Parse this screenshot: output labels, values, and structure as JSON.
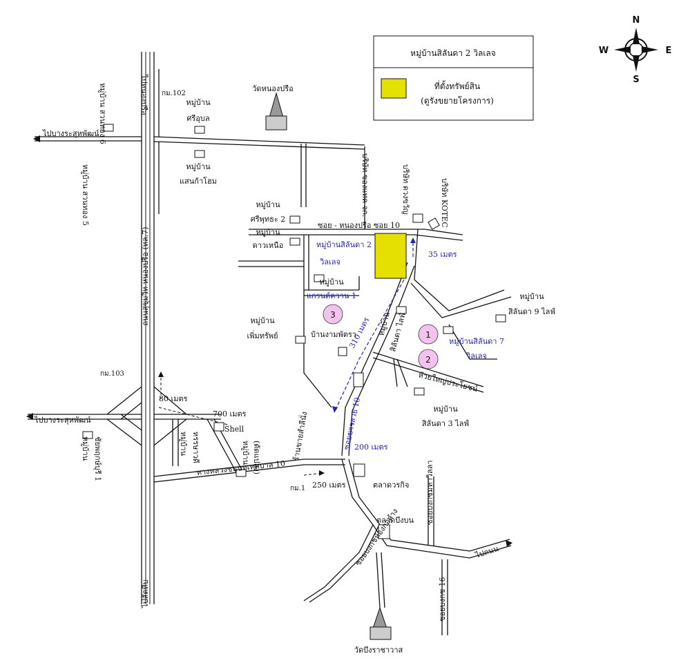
{
  "legend": {
    "title": "หมู่บ้านสิลันดา 2 วิลเลจ",
    "site_label": "ที่ตั้งทรัพย์สิน",
    "site_sublabel": "(ดูรังขยายโครงการ)",
    "site_color": "#e6e000"
  },
  "compass": {
    "n": "N",
    "s": "S",
    "e": "E",
    "w": "W"
  },
  "labels": {
    "to_nongprue_top": "ไปหนองปรือ",
    "to_bang_saray_1": "ไปบางระสุหพัฒน์",
    "to_bang_saray_2": "ไปบางระสุหพัฒน์",
    "main_highway": "ถนนสุขุมวิท-หนองปรือ (ทล.7)",
    "to_sattahip_bottom": "ไปสัตหีบ",
    "km102": "กม.102",
    "km103": "กม.103",
    "km1": "กม.1",
    "moo_suan_thong6": "หมู่บ้าน สวนทอง 6",
    "moo_suan_thong5": "หมู่บ้าน สวนทอง 5",
    "moo_sri_ubon_1": "หมู่บ้าน",
    "moo_sri_ubon_2": "ศรีอุบล",
    "moo_saen_kaew_1": "หมู่บ้าน",
    "moo_saen_kaew_2": "แสนก้าโฮม",
    "wat_nong_prue": "วัดหนองปรือ",
    "sriphutsa_1": "หมู่บ้าน",
    "sriphutsa_2": "ศรีพุทธะ 2",
    "daonuea_1": "หมู่บ้าน",
    "daonuea_2": "ดาวเหนือ",
    "soi_nongprue": "ซอย - หนองปรือ ซอย 10",
    "company_sttc": "บริษัท ของแทค จก.",
    "company_tetc": "บริษัท ดวงขวัญ",
    "company_kotec": "บริษัท KOTEC",
    "silanda2_1": "หมู่บ้านสิลันดา 2",
    "silanda2_2": "วิลเลจ",
    "dist_35": "35 เมตร",
    "grand_1": "หมู่บ้าน",
    "grand_2": "แกรนด์ควาน 1",
    "phermsap_1": "หมู่บ้าน",
    "phermsap_2": "เพิ่มทรัพย์",
    "ban_ngam": "บ้านงามพัตรา",
    "dist_310": "310 เมตร",
    "silanda_light_1": "หมู่บ้าน",
    "silanda_light_2": "สิลันดา ไลฟ์",
    "silanda9_1": "หมู่บ้าน",
    "silanda9_2": "สิลันดา 9 ไลฟ์",
    "silanda7_1": "หมู่บ้านสิลันดา 7",
    "silanda7_2": "วิลเลจ",
    "huay_yai": "ห้วยใหญ่ประโยชน์",
    "silanda3_1": "หมู่บ้าน",
    "silanda3_2": "สิลันดา 3 ไลฟ์",
    "dist_80": "80 เมตร",
    "dist_700": "700 เมตร",
    "dist_200": "200 เมตร",
    "dist_250": "250 เมตร",
    "shell": "Shell",
    "moo_chai_1": "หมู่บ้าน",
    "moo_chai_2": "(ดัดแปลง)",
    "moo_ruen_1": "หมู่บ้าน",
    "moo_ruen_2": "หรรษาวดี",
    "ban_krung": "ร้านขายสำลีนั่ง",
    "soi_khao": "ซอยขาวสวย 10",
    "road_nongchabok": "ทางหลวงชนบทเทศบาล 10",
    "talat_warakit": "ตลาดวรกิจ",
    "talat_bueng_bon": "ตลาดบึงบน",
    "moo_chaiyaphruek_1": "หมู่บ้าน",
    "moo_chaiyaphruek_2": "ชัยพฤกษ์บุรี 1",
    "to_lower_right": "ไปถนน",
    "soi_ladder_left": "ซอยบงกชห้องกอลำง",
    "soi_ladder_right": "ซอยบงกชมหาวิลลา",
    "soi_ladder_right2": "ซอยบงกช 16",
    "wat_bueng": "วัดบึงราชาวาส"
  },
  "markers": {
    "c1": "1",
    "c2": "2",
    "c3": "3",
    "circle_color": "#f3c3ee"
  }
}
